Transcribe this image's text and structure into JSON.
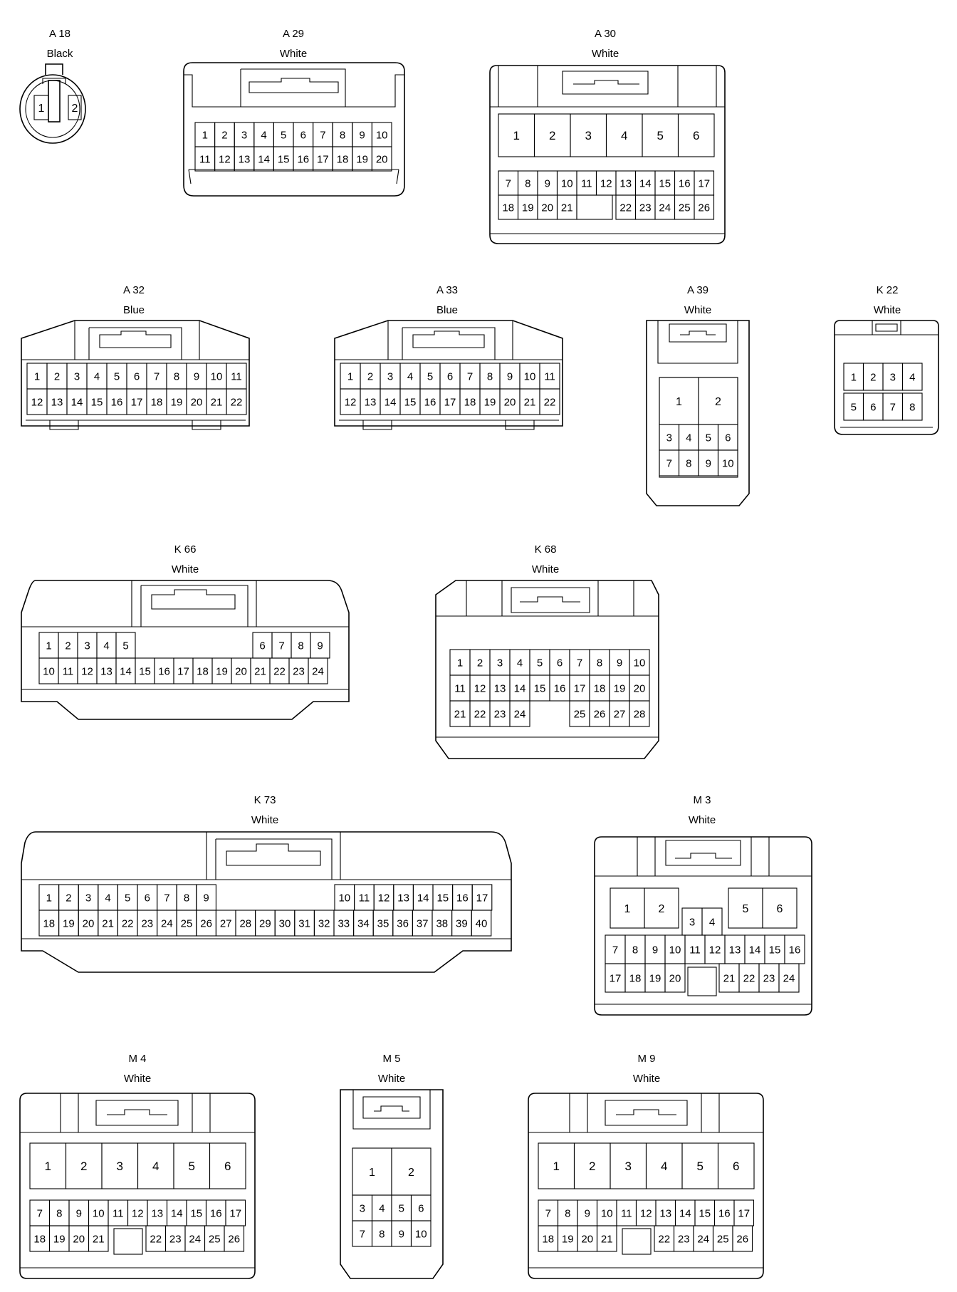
{
  "connectors": [
    {
      "id": "A 18",
      "color": "Black",
      "pins": [
        "1",
        "2"
      ]
    },
    {
      "id": "A 29",
      "color": "White",
      "pins": [
        "1",
        "2",
        "3",
        "4",
        "5",
        "6",
        "7",
        "8",
        "9",
        "10",
        "11",
        "12",
        "13",
        "14",
        "15",
        "16",
        "17",
        "18",
        "19",
        "20"
      ]
    },
    {
      "id": "A 30",
      "color": "White",
      "pins": [
        "1",
        "2",
        "3",
        "4",
        "5",
        "6",
        "7",
        "8",
        "9",
        "10",
        "11",
        "12",
        "13",
        "14",
        "15",
        "16",
        "17",
        "18",
        "19",
        "20",
        "21",
        "22",
        "23",
        "24",
        "25",
        "26"
      ]
    },
    {
      "id": "A 32",
      "color": "Blue",
      "pins": [
        "1",
        "2",
        "3",
        "4",
        "5",
        "6",
        "7",
        "8",
        "9",
        "10",
        "11",
        "12",
        "13",
        "14",
        "15",
        "16",
        "17",
        "18",
        "19",
        "20",
        "21",
        "22"
      ]
    },
    {
      "id": "A 33",
      "color": "Blue",
      "pins": [
        "1",
        "2",
        "3",
        "4",
        "5",
        "6",
        "7",
        "8",
        "9",
        "10",
        "11",
        "12",
        "13",
        "14",
        "15",
        "16",
        "17",
        "18",
        "19",
        "20",
        "21",
        "22"
      ]
    },
    {
      "id": "A 39",
      "color": "White",
      "pins": [
        "1",
        "2",
        "3",
        "4",
        "5",
        "6",
        "7",
        "8",
        "9",
        "10"
      ]
    },
    {
      "id": "K 22",
      "color": "White",
      "pins": [
        "1",
        "2",
        "3",
        "4",
        "5",
        "6",
        "7",
        "8"
      ]
    },
    {
      "id": "K 66",
      "color": "White",
      "pins": [
        "1",
        "2",
        "3",
        "4",
        "5",
        "6",
        "7",
        "8",
        "9",
        "10",
        "11",
        "12",
        "13",
        "14",
        "15",
        "16",
        "17",
        "18",
        "19",
        "20",
        "21",
        "22",
        "23",
        "24"
      ]
    },
    {
      "id": "K 68",
      "color": "White",
      "pins": [
        "1",
        "2",
        "3",
        "4",
        "5",
        "6",
        "7",
        "8",
        "9",
        "10",
        "11",
        "12",
        "13",
        "14",
        "15",
        "16",
        "17",
        "18",
        "19",
        "20",
        "21",
        "22",
        "23",
        "24",
        "25",
        "26",
        "27",
        "28"
      ]
    },
    {
      "id": "K 73",
      "color": "White",
      "pins": [
        "1",
        "2",
        "3",
        "4",
        "5",
        "6",
        "7",
        "8",
        "9",
        "10",
        "11",
        "12",
        "13",
        "14",
        "15",
        "16",
        "17",
        "18",
        "19",
        "20",
        "21",
        "22",
        "23",
        "24",
        "25",
        "26",
        "27",
        "28",
        "29",
        "30",
        "31",
        "32",
        "33",
        "34",
        "35",
        "36",
        "37",
        "38",
        "39",
        "40"
      ]
    },
    {
      "id": "M 3",
      "color": "White",
      "pins": [
        "1",
        "2",
        "3",
        "4",
        "5",
        "6",
        "7",
        "8",
        "9",
        "10",
        "11",
        "12",
        "13",
        "14",
        "15",
        "16",
        "17",
        "18",
        "19",
        "20",
        "21",
        "22",
        "23",
        "24"
      ]
    },
    {
      "id": "M 4",
      "color": "White",
      "pins": [
        "1",
        "2",
        "3",
        "4",
        "5",
        "6",
        "7",
        "8",
        "9",
        "10",
        "11",
        "12",
        "13",
        "14",
        "15",
        "16",
        "17",
        "18",
        "19",
        "20",
        "21",
        "22",
        "23",
        "24",
        "25",
        "26"
      ]
    },
    {
      "id": "M 5",
      "color": "White",
      "pins": [
        "1",
        "2",
        "3",
        "4",
        "5",
        "6",
        "7",
        "8",
        "9",
        "10"
      ]
    },
    {
      "id": "M 9",
      "color": "White",
      "pins": [
        "1",
        "2",
        "3",
        "4",
        "5",
        "6",
        "7",
        "8",
        "9",
        "10",
        "11",
        "12",
        "13",
        "14",
        "15",
        "16",
        "17",
        "18",
        "19",
        "20",
        "21",
        "22",
        "23",
        "24",
        "25",
        "26"
      ]
    }
  ]
}
